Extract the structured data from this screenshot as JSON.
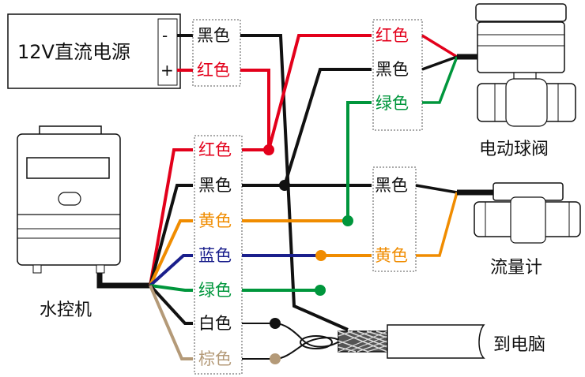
{
  "colors": {
    "red": "#e3001b",
    "black": "#111111",
    "yellow": "#f08c00",
    "blue": "#1a1f8c",
    "green": "#00963c",
    "white_wire": "#111111",
    "brown": "#b49a78"
  },
  "power_supply": {
    "label": "12V直流电源",
    "minus": "-",
    "plus": "+"
  },
  "psu_terminals": [
    "黑色",
    "红色"
  ],
  "controller": {
    "label": "水控机"
  },
  "controller_terminals": [
    "红色",
    "黑色",
    "黄色",
    "蓝色",
    "绿色",
    "白色",
    "棕色"
  ],
  "valve": {
    "label": "电动球阀",
    "terminals": [
      "红色",
      "黑色",
      "绿色"
    ]
  },
  "flowmeter": {
    "label": "流量计",
    "terminals": [
      "黑色",
      "黄色"
    ]
  },
  "computer": {
    "label": "到电脑"
  }
}
